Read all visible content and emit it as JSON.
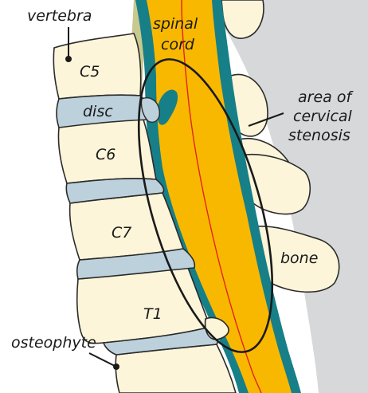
{
  "labels": {
    "vertebra": "vertebra",
    "c5": "C5",
    "disc": "disc",
    "c6": "C6",
    "c7": "C7",
    "t1": "T1",
    "osteophyte": "osteophyte",
    "cord_line1": "spinal",
    "cord_line2": "cord",
    "area_line1": "area of",
    "area_line2": "cervical",
    "area_line3": "stenosis",
    "bone": "bone"
  },
  "colors": {
    "bone": "#fcf5d9",
    "bone_outline": "#2b2b2b",
    "disc": "#bcd1dc",
    "ligament": "#c8c98e",
    "dura": "#177f87",
    "cord": "#f9b800",
    "cord_center": "#e2231a",
    "posterior_bg": "#d6d8da",
    "ellipse": "#1a1a1a"
  }
}
